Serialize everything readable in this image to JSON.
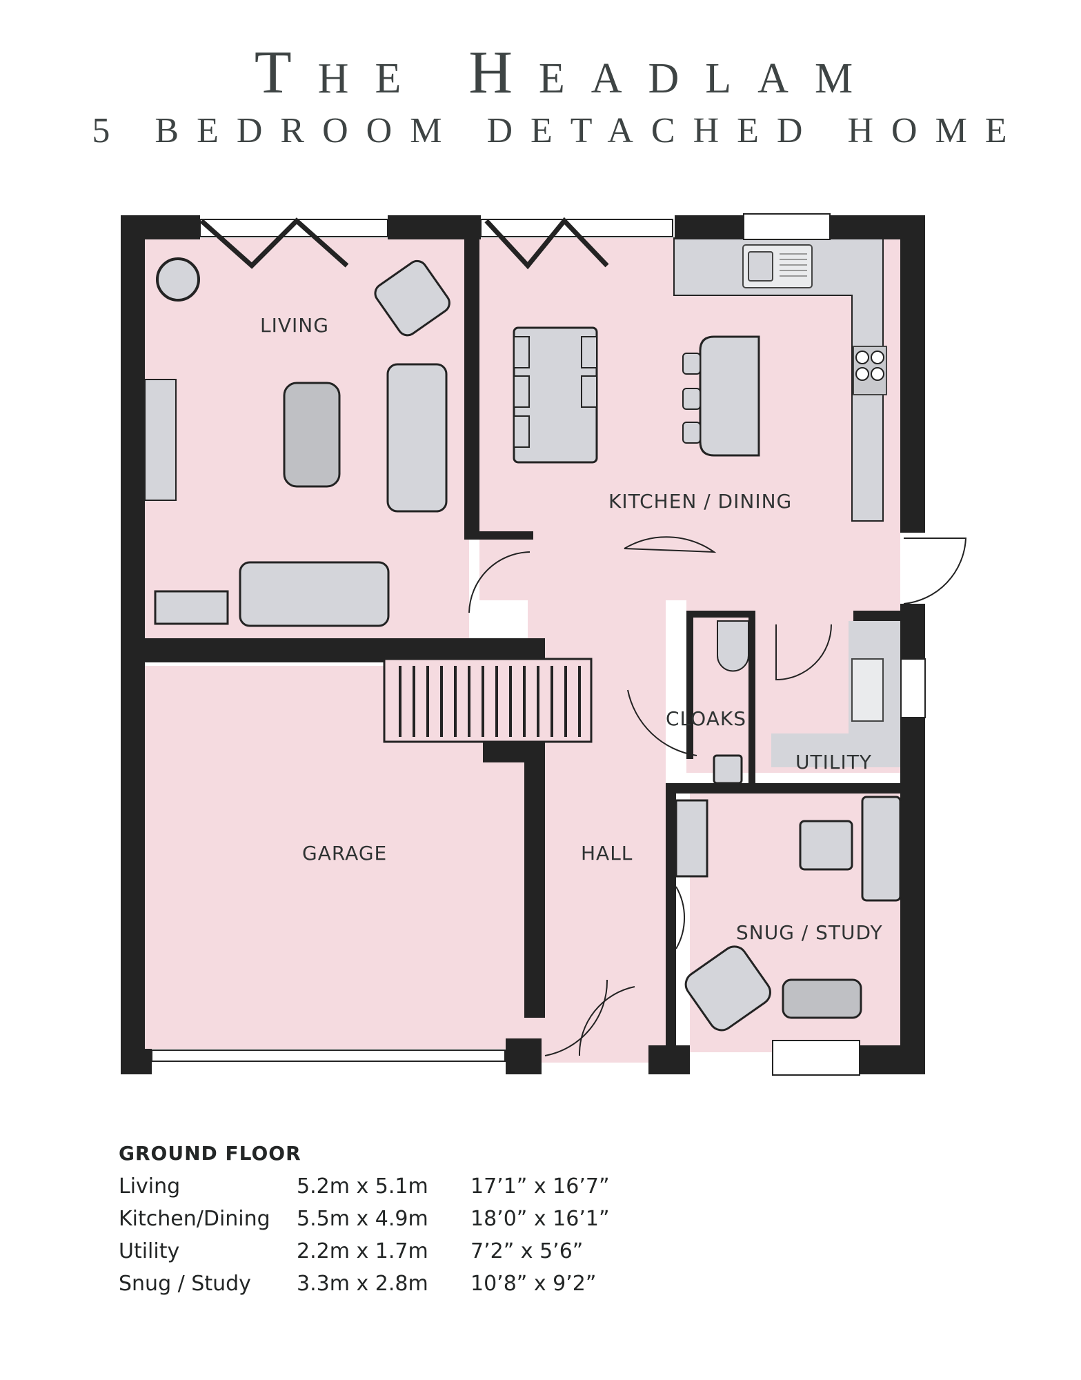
{
  "header": {
    "title": "The Headlam",
    "subtitle": "5 BEDROOM DETACHED HOME"
  },
  "colors": {
    "floor": "#f5dbe0",
    "wall": "#232323",
    "fixture": "#d4d5da",
    "text": "#2f3333"
  },
  "plan": {
    "rooms": [
      {
        "id": "living",
        "label": "LIVING"
      },
      {
        "id": "kitchen-dining",
        "label": "KITCHEN / DINING"
      },
      {
        "id": "cloaks",
        "label": "CLOAKS"
      },
      {
        "id": "utility",
        "label": "UTILITY"
      },
      {
        "id": "garage",
        "label": "GARAGE"
      },
      {
        "id": "hall",
        "label": "HALL"
      },
      {
        "id": "snug-study",
        "label": "SNUG / STUDY"
      }
    ]
  },
  "schedule": {
    "heading": "GROUND FLOOR",
    "rows": [
      {
        "room": "Living",
        "metric": "5.2m x 5.1m",
        "imperial": "17’1” x 16’7”"
      },
      {
        "room": "Kitchen/Dining",
        "metric": "5.5m x 4.9m",
        "imperial": "18’0” x 16’1”"
      },
      {
        "room": "Utility",
        "metric": "2.2m x 1.7m",
        "imperial": "7’2” x 5’6”"
      },
      {
        "room": "Snug / Study",
        "metric": "3.3m x 2.8m",
        "imperial": "10’8” x 9’2”"
      }
    ]
  }
}
